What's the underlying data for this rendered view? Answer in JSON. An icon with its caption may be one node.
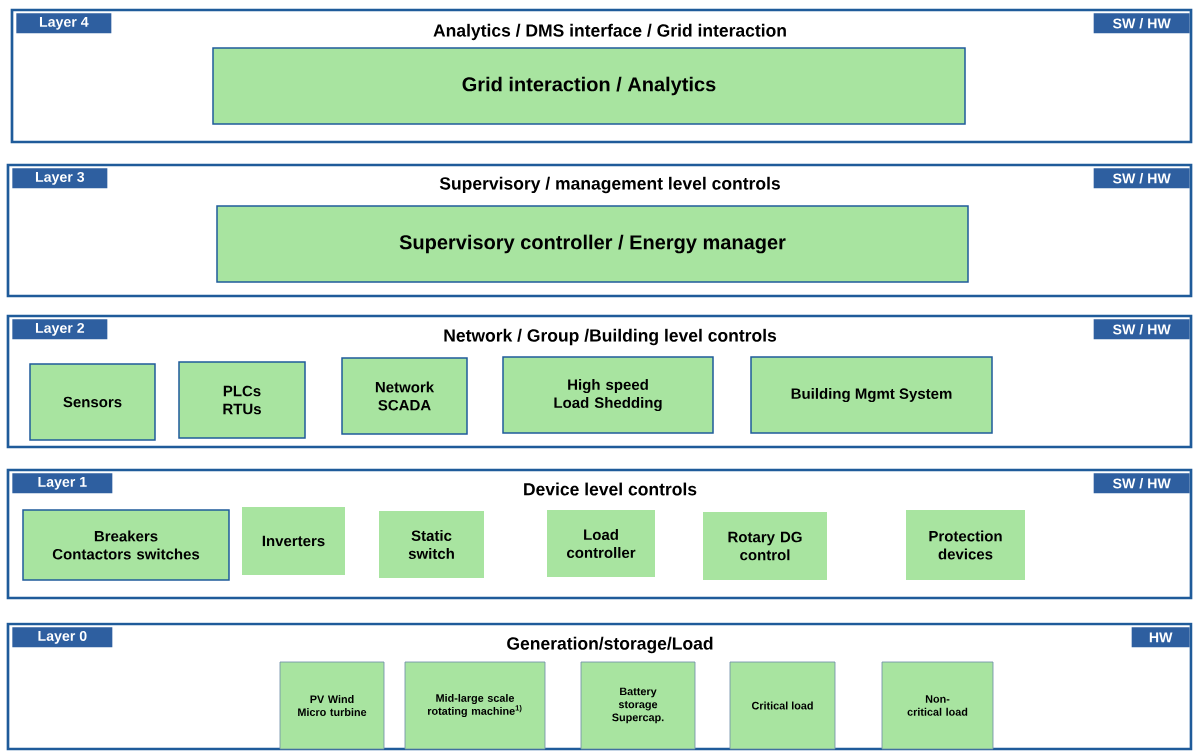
{
  "diagram": {
    "nodes": [
      {
        "text": [
          "Layer 4",
          "Analytics / DMS interface / Grid interaction",
          "SW / HW"
        ]
      },
      {
        "text": [
          "Grid interaction / Analytics"
        ],
        "in": 0
      },
      {
        "text": [
          "Layer 3",
          "Supervisory / management level controls",
          "SW / HW"
        ]
      },
      {
        "text": [
          "Supervisory controller / Energy manager"
        ],
        "in": 2
      },
      {
        "text": [
          "Layer 2",
          "Network / Group /Building level controls",
          "SW / HW"
        ]
      },
      {
        "text": [
          "Sensors"
        ],
        "in": 4
      },
      {
        "text": [
          "PLCs RTUs"
        ],
        "in": 4
      },
      {
        "text": [
          "Network SCADA"
        ],
        "in": 4
      },
      {
        "text": [
          "High speed Load Shedding"
        ],
        "in": 4
      },
      {
        "text": [
          "Building Mgmt System"
        ],
        "in": 4
      },
      {
        "text": [
          "Layer 1",
          "Device level controls",
          "SW / HW"
        ]
      },
      {
        "text": [
          "Breakers Contactors switches"
        ],
        "in": 10
      },
      {
        "text": [
          "Inverters"
        ],
        "in": 10
      },
      {
        "text": [
          "Static switch"
        ],
        "in": 10
      },
      {
        "text": [
          "Load controller"
        ],
        "in": 10
      },
      {
        "text": [
          "Rotary DG control"
        ],
        "in": 10
      },
      {
        "text": [
          "Protection devices"
        ],
        "in": 10
      },
      {
        "text": [
          "Layer 0",
          "Generation/storage/Load",
          "HW"
        ]
      },
      {
        "text": [
          "PV Wind Micro turbine"
        ],
        "in": 17
      },
      {
        "text": [
          "Mid-large scale rotating machine$^{1)}$"
        ],
        "in": 17
      },
      {
        "text": [
          "Battery storage Supercap."
        ],
        "in": 17
      },
      {
        "text": [
          "Critical load"
        ],
        "in": 17
      },
      {
        "text": [
          "Non-critical load"
        ],
        "in": 17
      }
    ]
  }
}
